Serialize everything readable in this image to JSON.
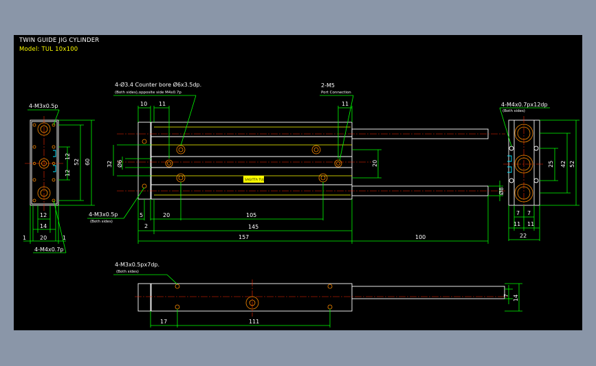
{
  "drawing": {
    "title": "TWIN GUIDE JIG CYLINDER",
    "model": "Model: TUL 10x100",
    "colors": {
      "background": "#000000",
      "dimension": "#00ff00",
      "outline": "#ffffff",
      "hidden": "#ffff00",
      "center": "#ff2a00",
      "hole": "#ff8c00"
    }
  },
  "callouts": {
    "counterbore_line1": "4-Ø3.4 Counter bore Ø6x3.5dp.",
    "counterbore_line2": "(Both sides),opposite side M4x0.7p",
    "port": "2-M5",
    "port_sub": "Port Connection",
    "m3_left": "4-M3x0.5p",
    "m4_left": "4-M4x0.7p",
    "m3_front": "4-M3x0.5p",
    "m3_front_sub": "(Both sides)",
    "m4_right": "4-M4x0.7px12dp",
    "m4_right_sub": "(Both sides)",
    "m3_bottom": "4-M3x0.5px7dp.",
    "m3_bottom_sub": "(Both sides)"
  },
  "dimensions": {
    "left_12_bottom": "12",
    "left_14": "14",
    "left_20": "20",
    "left_1a": "1",
    "left_1b": "1",
    "left_12_a": "12",
    "left_12_b": "12",
    "left_52": "52",
    "left_60": "60",
    "front_10": "10",
    "front_11_left": "11",
    "front_11_right": "11",
    "front_32": "32",
    "front_d6": "Ø6",
    "front_20_right": "20",
    "front_d8": "Ø8",
    "front_5": "5",
    "front_20": "20",
    "front_105": "105",
    "front_2": "2",
    "front_145": "145",
    "front_157": "157",
    "front_100": "100",
    "right_25": "25",
    "right_42": "42",
    "right_52": "52",
    "right_7a": "7",
    "right_7b": "7",
    "right_11a": "11",
    "right_11b": "11",
    "right_22": "22",
    "bottom_17": "17",
    "bottom_111": "111",
    "bottom_7": "7",
    "bottom_14": "14"
  },
  "nameplate": "SAGITTA TUL"
}
